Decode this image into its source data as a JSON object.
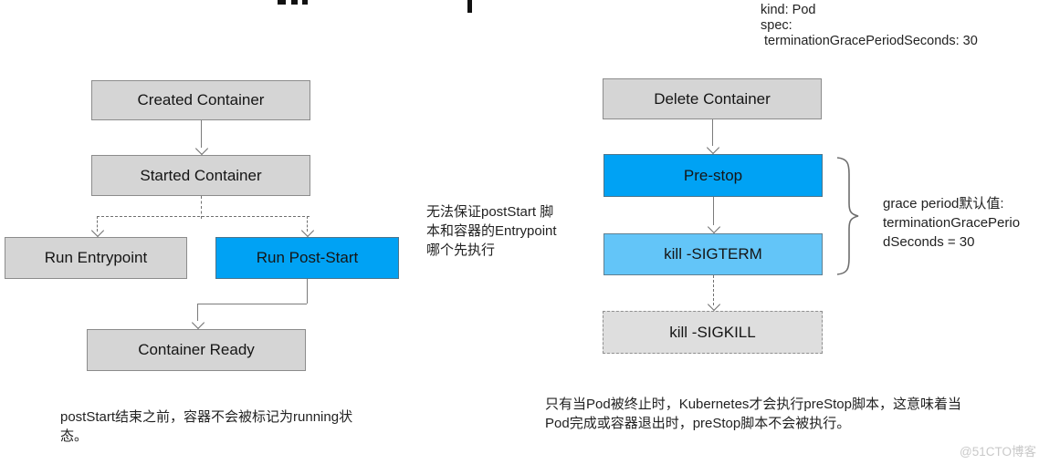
{
  "colors": {
    "accent_blue": "#00a2f4",
    "accent_lightblue": "#63c5f8",
    "box_gray": "#d5d5d5"
  },
  "code_snippet": {
    "lines": [
      "kind: Pod",
      "spec:",
      " terminationGracePeriodSeconds: 30"
    ]
  },
  "left_flow": {
    "created": "Created Container",
    "started": "Started Container",
    "run_entrypoint": "Run Entrypoint",
    "run_post_start": "Run Post-Start",
    "container_ready": "Container Ready",
    "middle_note_lines": [
      "无法保证postStart 脚",
      "本和容器的Entrypoint",
      "哪个先执行"
    ],
    "bottom_note_lines": [
      "postStart结束之前，容器不会被标记为running状",
      "态。"
    ]
  },
  "right_flow": {
    "delete_container": "Delete Container",
    "pre_stop": "Pre-stop",
    "kill_sigterm": "kill -SIGTERM",
    "kill_sigkill": "kill -SIGKILL",
    "brace_note_lines": [
      "grace period默认值:",
      "terminationGracePerio",
      "dSeconds = 30"
    ],
    "bottom_note_lines": [
      "只有当Pod被终止时，Kubernetes才会执行preStop脚本，这意味着当",
      "Pod完成或容器退出时，preStop脚本不会被执行。"
    ]
  },
  "watermark": "@51CTO博客"
}
